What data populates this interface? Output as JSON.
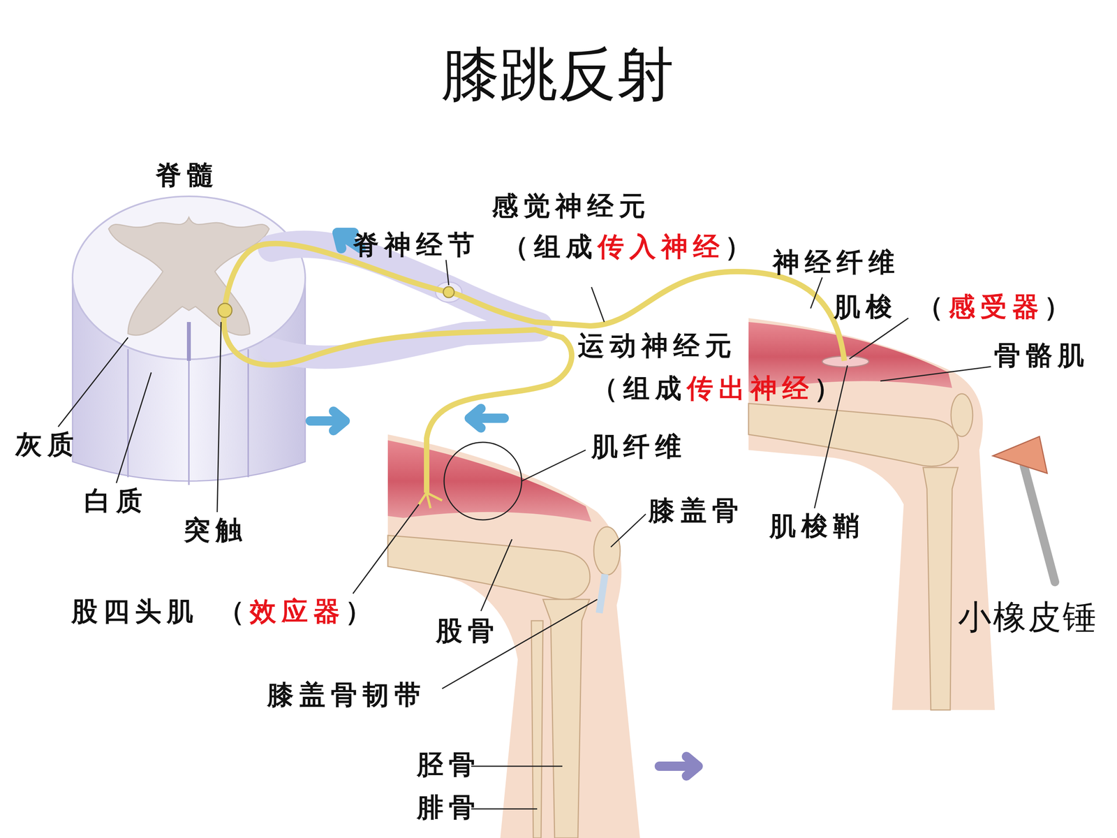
{
  "diagram": {
    "title": "膝跳反射",
    "labels": [
      "脊髓",
      "感觉神经元",
      "脊神经节",
      "（组成",
      "传入神经",
      "）",
      "神经纤维",
      "肌梭",
      "（",
      "感受器",
      "）",
      "骨骼肌",
      "运动神经元",
      "（组成",
      "传出神经",
      "）",
      "肌纤维",
      "灰质",
      "白质",
      "突触",
      "膝盖骨",
      "肌梭鞘",
      "股四头肌",
      "（",
      "效应器",
      "）",
      "股骨",
      "小橡皮锤",
      "膝盖骨韧带",
      "胫骨",
      "腓骨"
    ]
  }
}
